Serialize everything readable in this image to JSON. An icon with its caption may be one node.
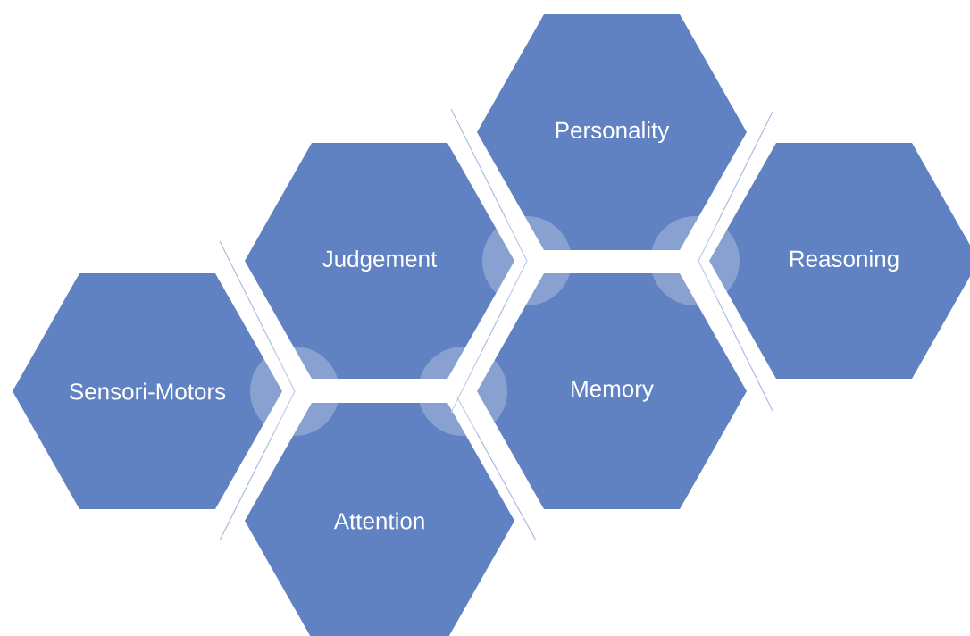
{
  "diagram": {
    "nodes": [
      {
        "text": [
          "Personality"
        ]
      },
      {
        "text": [
          "Judgement"
        ]
      },
      {
        "text": [
          "Reasoning"
        ]
      },
      {
        "text": [
          "Sensori-Motors"
        ]
      },
      {
        "text": [
          "Memory"
        ]
      },
      {
        "text": [
          "Attention"
        ]
      }
    ]
  }
}
